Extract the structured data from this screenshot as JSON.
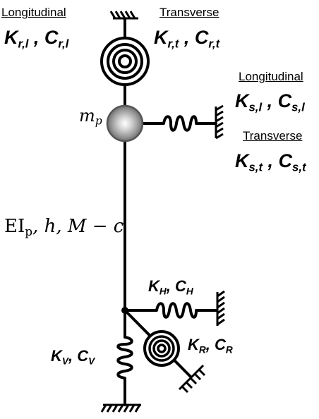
{
  "rotational_spring": {
    "header_left": "Longitudinal",
    "header_right": "Transverse",
    "label_left": {
      "k": "K",
      "k_sub": "r,l",
      "c": "C",
      "c_sub": "r,l"
    },
    "label_right": {
      "k": "K",
      "k_sub": "r,t",
      "c": "C",
      "c_sub": "r,t"
    }
  },
  "mass": {
    "symbol": "m",
    "subscript": "p"
  },
  "side_spring": {
    "header_top": "Longitudinal",
    "label_top": {
      "k": "K",
      "k_sub": "s,l",
      "c": "C",
      "c_sub": "s,l"
    },
    "header_bottom": "Transverse",
    "label_bottom": {
      "k": "K",
      "k_sub": "s,t",
      "c": "C",
      "c_sub": "s,t"
    }
  },
  "pile": {
    "ei": "EI",
    "ei_sub": "p",
    "rest": ", h, M − c"
  },
  "horizontal_spring": {
    "k": "K",
    "k_sub": "H",
    "c": "C",
    "c_sub": "H"
  },
  "vertical_spring": {
    "k": "K",
    "k_sub": "V",
    "c": "C",
    "c_sub": "V"
  },
  "rocking_spring": {
    "k": "K",
    "k_sub": "R",
    "c": "C",
    "c_sub": "R"
  }
}
